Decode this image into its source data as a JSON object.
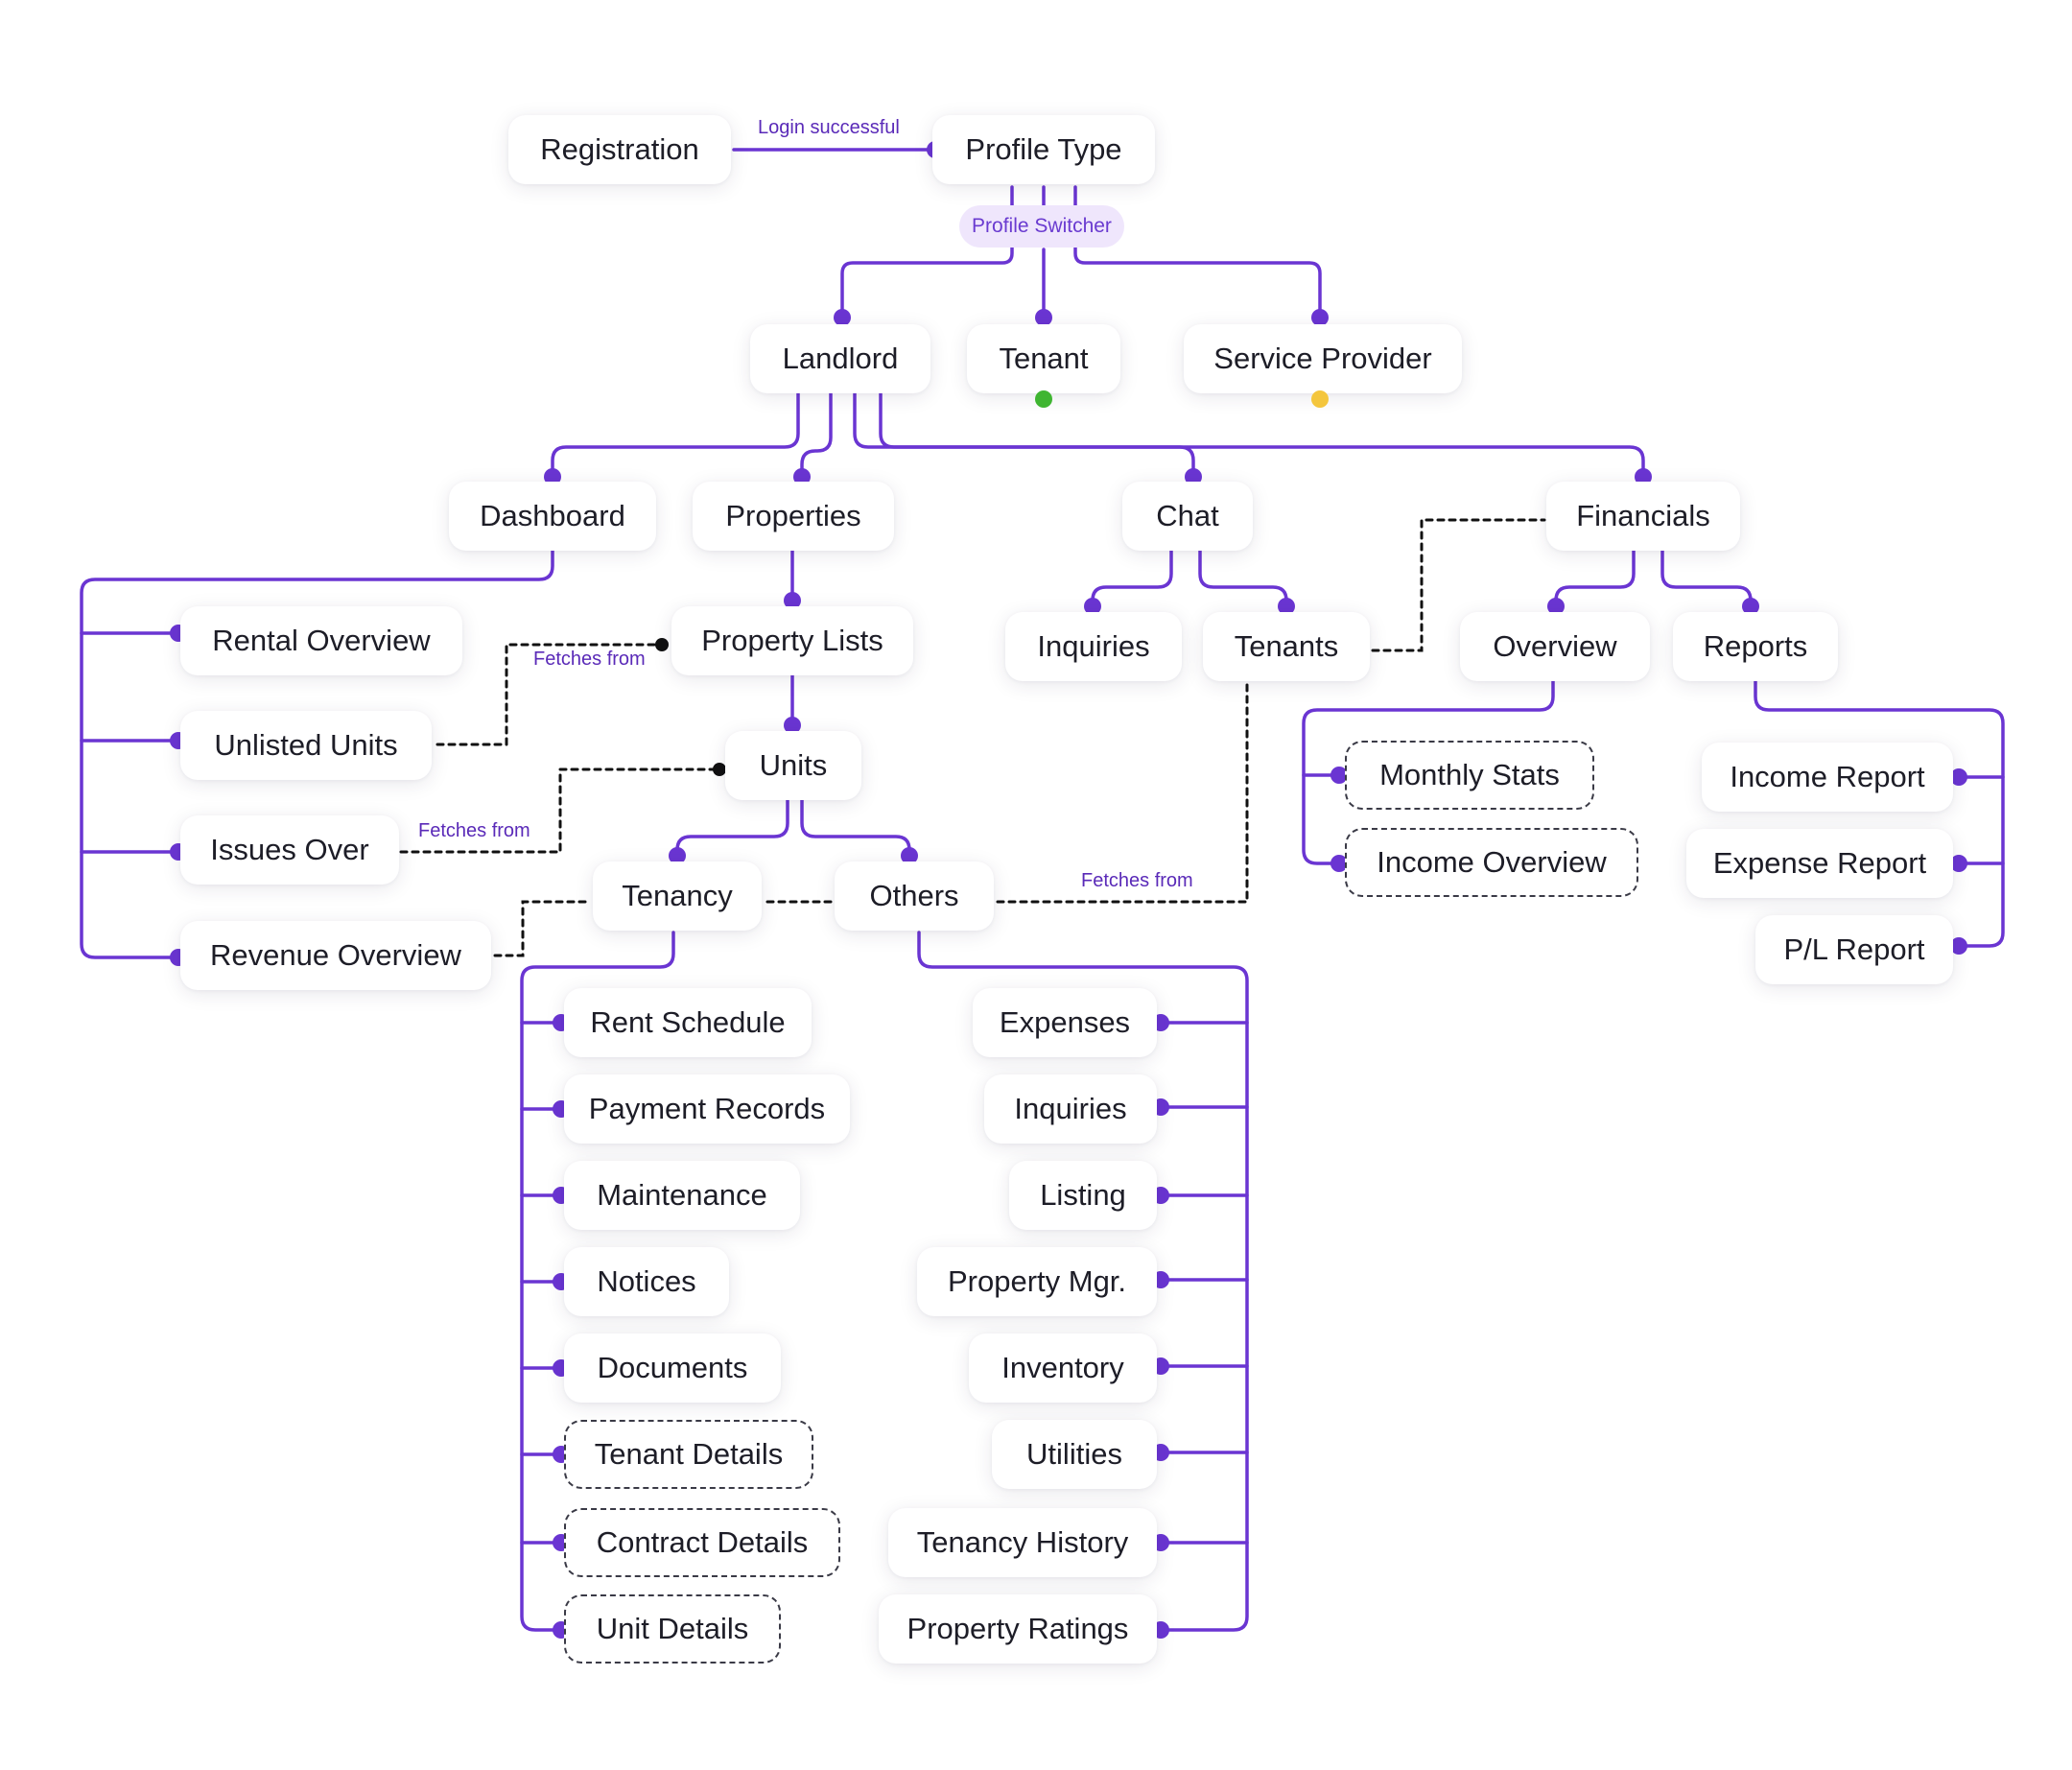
{
  "diagram": {
    "nodes": {
      "registration": "Registration",
      "profile_type": "Profile Type",
      "landlord": "Landlord",
      "tenant": "Tenant",
      "service_provider": "Service Provider",
      "dashboard": "Dashboard",
      "properties": "Properties",
      "chat": "Chat",
      "financials": "Financials",
      "rental_overview": "Rental Overview",
      "unlisted_units": "Unlisted Units",
      "issues_over": "Issues Over",
      "revenue_overview": "Revenue Overview",
      "property_lists": "Property Lists",
      "units": "Units",
      "tenancy": "Tenancy",
      "others": "Others",
      "chat_inquiries": "Inquiries",
      "chat_tenants": "Tenants",
      "fin_overview": "Overview",
      "fin_reports": "Reports",
      "monthly_stats": "Monthly Stats",
      "income_overview": "Income Overview",
      "income_report": "Income Report",
      "expense_report": "Expense Report",
      "pl_report": "P/L Report",
      "rent_schedule": "Rent Schedule",
      "payment_records": "Payment Records",
      "maintenance": "Maintenance",
      "notices": "Notices",
      "documents": "Documents",
      "tenant_details": "Tenant Details",
      "contract_details": "Contract Details",
      "unit_details": "Unit Details",
      "expenses": "Expenses",
      "others_inquiries": "Inquiries",
      "listing": "Listing",
      "property_mgr": "Property Mgr.",
      "inventory": "Inventory",
      "utilities": "Utilities",
      "tenancy_history": "Tenancy History",
      "property_ratings": "Property Ratings"
    },
    "labels": {
      "login_successful": "Login successful",
      "profile_switcher": "Profile Switcher",
      "fetches_from_property_lists": "Fetches from",
      "fetches_from_units": "Fetches from",
      "fetches_from_tenants": "Fetches from"
    },
    "colors": {
      "wire": "#6a35d2",
      "dot": "#6a35d2",
      "dotted_link": "#111111",
      "tenant_status": "#3fb531",
      "service_provider_status": "#f4c63d",
      "pill_background": "#efe6fc"
    }
  }
}
